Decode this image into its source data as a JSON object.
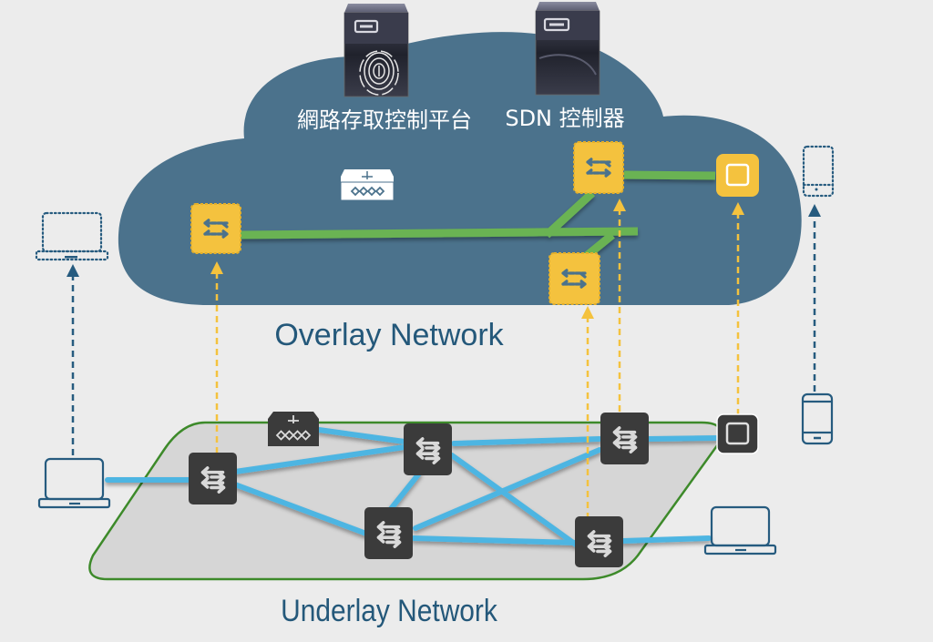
{
  "diagram": {
    "overlay_title": "Overlay Network",
    "underlay_title": "Underlay Network",
    "servers": [
      {
        "id": "nac",
        "label": "網路存取控制平台",
        "icon": "fingerprint-server-icon"
      },
      {
        "id": "sdn",
        "label": "SDN 控制器",
        "icon": "server-icon"
      }
    ],
    "colors": {
      "background": "#ececec",
      "cloud": "#4b728c",
      "overlay_node": "#f4c23e",
      "overlay_link": "#6ab352",
      "underlay_plane_fill": "#d6d6d6",
      "underlay_plane_border": "#3d8a2a",
      "underlay_node": "#3b3b3b",
      "underlay_link": "#4db5e2",
      "mapping_arrow": "#f4c23e",
      "endpoint": "#265b7f",
      "label_text": "#24587a",
      "server_label": "#ffffff"
    },
    "overlay_nodes": [
      {
        "id": "o1",
        "type": "switch"
      },
      {
        "id": "o2",
        "type": "switch"
      },
      {
        "id": "o3",
        "type": "switch"
      },
      {
        "id": "o4",
        "type": "endpoint-port"
      },
      {
        "id": "o5",
        "type": "router"
      }
    ],
    "underlay_nodes": [
      {
        "id": "u1",
        "type": "switch"
      },
      {
        "id": "u2",
        "type": "switch"
      },
      {
        "id": "u3",
        "type": "switch"
      },
      {
        "id": "u4",
        "type": "switch"
      },
      {
        "id": "u5",
        "type": "switch"
      },
      {
        "id": "u6",
        "type": "endpoint-port"
      },
      {
        "id": "u7",
        "type": "router"
      }
    ],
    "underlay_links": [
      [
        "laptop-left",
        "u1"
      ],
      [
        "u1",
        "u2"
      ],
      [
        "u1",
        "u3"
      ],
      [
        "u7",
        "u2"
      ],
      [
        "u2",
        "u3"
      ],
      [
        "u2",
        "u4"
      ],
      [
        "u2",
        "u5"
      ],
      [
        "u3",
        "u4"
      ],
      [
        "u3",
        "u5"
      ],
      [
        "u4",
        "u6"
      ],
      [
        "u5",
        "laptop-right"
      ]
    ],
    "mappings": [
      [
        "u1",
        "o1"
      ],
      [
        "u5",
        "o3"
      ],
      [
        "u4",
        "o2"
      ],
      [
        "u6",
        "o4"
      ]
    ],
    "endpoints": [
      {
        "id": "laptop-left",
        "type": "laptop",
        "virtual": false
      },
      {
        "id": "laptop-right",
        "type": "laptop",
        "virtual": false
      },
      {
        "id": "phone",
        "type": "phone",
        "virtual": false
      },
      {
        "id": "laptop-virtual",
        "type": "laptop",
        "virtual": true
      },
      {
        "id": "phone-virtual",
        "type": "phone",
        "virtual": true
      }
    ]
  }
}
